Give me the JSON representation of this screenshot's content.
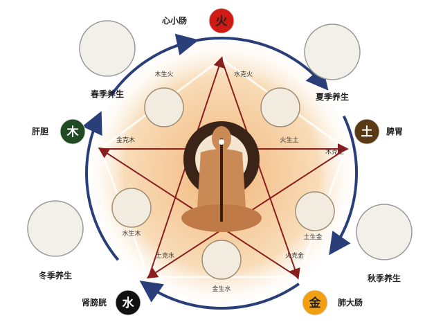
{
  "elements": [
    {
      "char": "火",
      "organ": "心小肠",
      "season": "夏季养生",
      "color": "#d21a14",
      "text_color": "#222"
    },
    {
      "char": "土",
      "organ": "脾胃",
      "season": "秋季养生",
      "color": "#5a3a14",
      "text_color": "#fff"
    },
    {
      "char": "金",
      "organ": "肺大肠",
      "season": "冬季养生",
      "color": "#f0a010",
      "text_color": "#222"
    },
    {
      "char": "水",
      "organ": "肾膀胱",
      "season": "",
      "color": "#111111",
      "text_color": "#fff"
    },
    {
      "char": "木",
      "organ": "肝胆",
      "season": "春季养生",
      "color": "#1f4a22",
      "text_color": "#fff"
    }
  ],
  "generating": [
    "木生火",
    "火生土",
    "土生金",
    "金生水",
    "水生木"
  ],
  "controlling": [
    "水克火",
    "木克土",
    "火克金",
    "土克水",
    "金克木"
  ],
  "colors": {
    "cycle_arrow": "#2a3f7a",
    "control_arrow": "#8a1e1e",
    "background_glow": "#f6cfa0"
  }
}
